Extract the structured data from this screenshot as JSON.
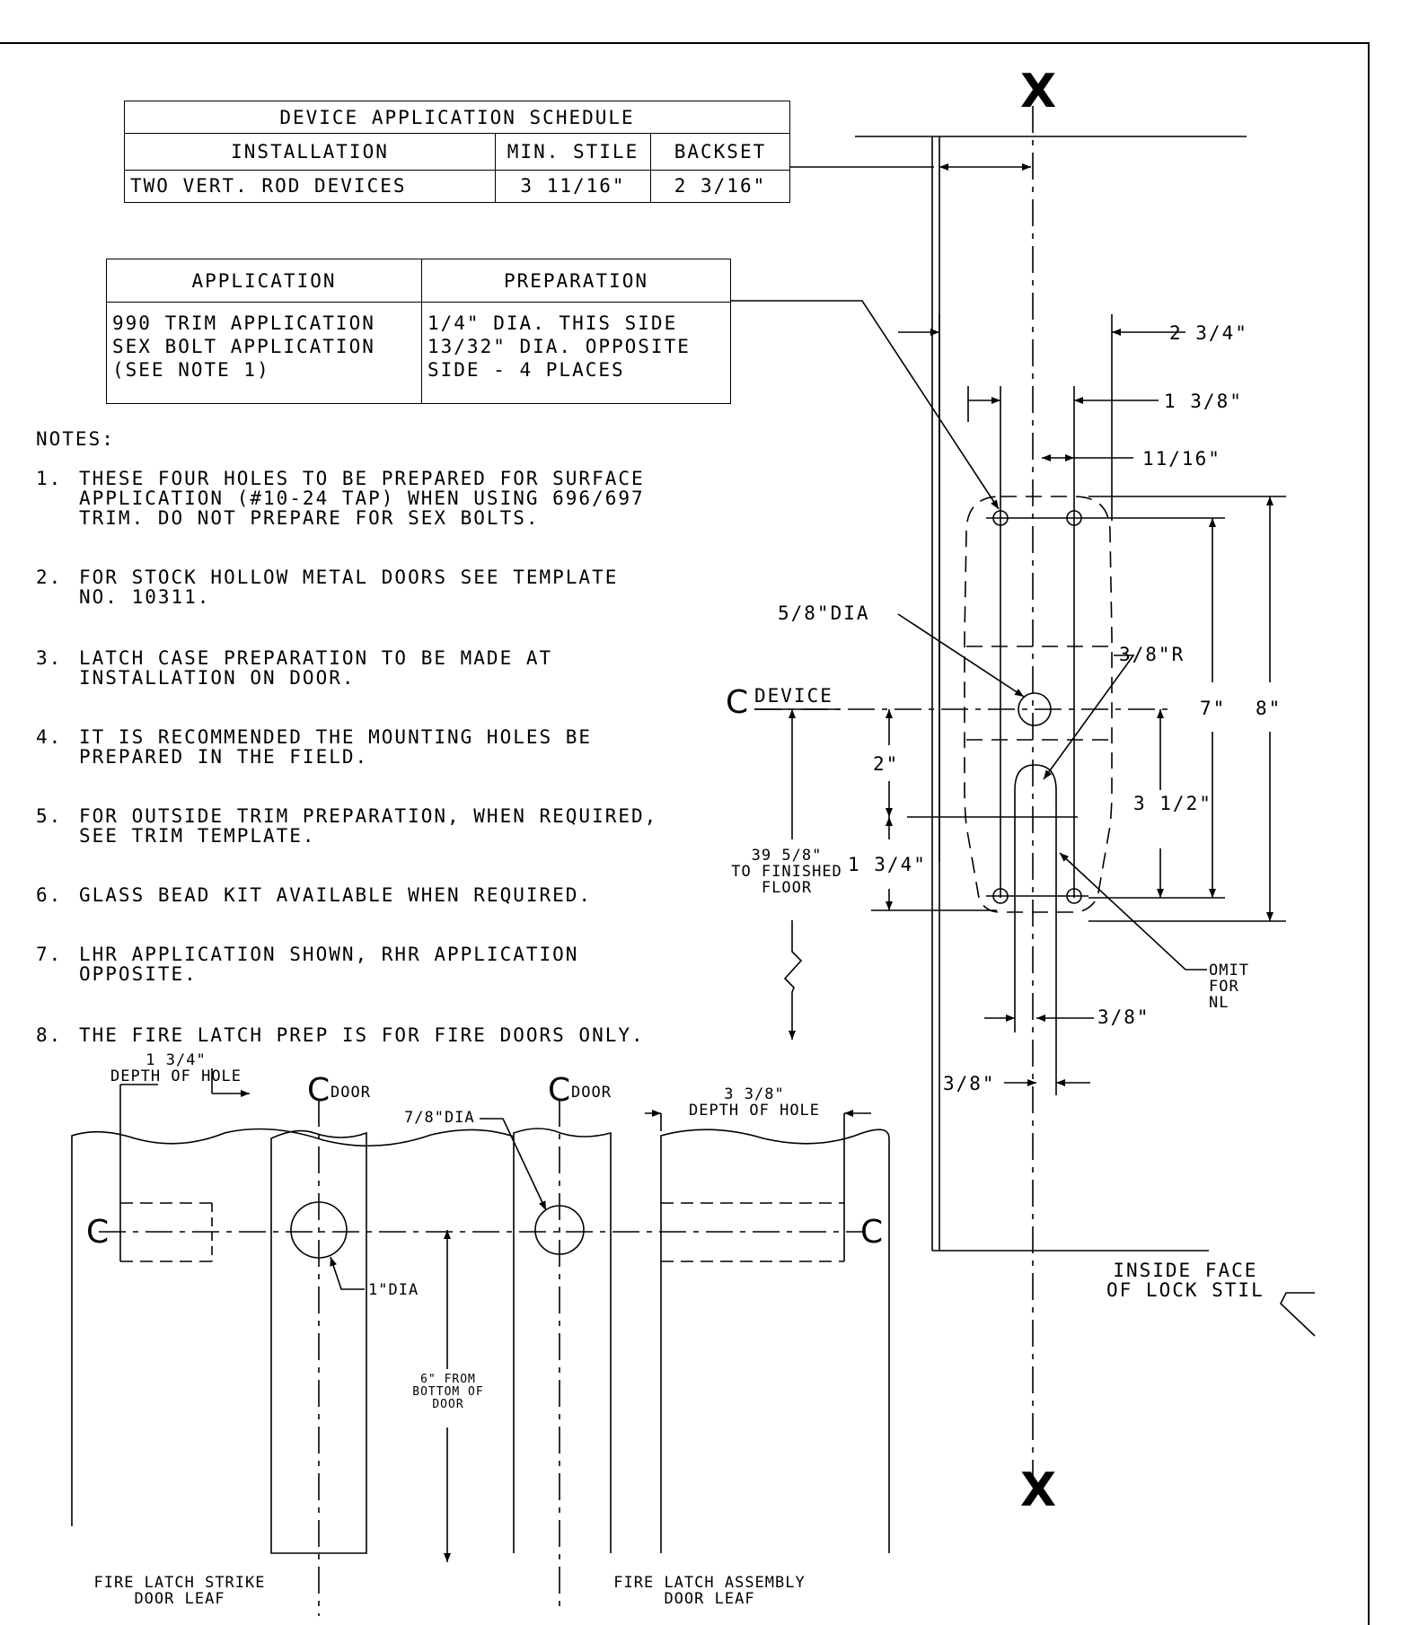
{
  "schedule": {
    "title": "DEVICE APPLICATION SCHEDULE",
    "headers": [
      "INSTALLATION",
      "MIN. STILE",
      "BACKSET"
    ],
    "row": [
      "TWO VERT. ROD DEVICES",
      "3 11/16\"",
      "2 3/16\""
    ]
  },
  "prep": {
    "headers": [
      "APPLICATION",
      "PREPARATION"
    ],
    "app_lines": [
      "990 TRIM APPLICATION",
      "SEX BOLT APPLICATION",
      "(SEE NOTE 1)"
    ],
    "prep_lines": [
      "1/4\" DIA. THIS SIDE",
      "13/32\" DIA. OPPOSITE",
      "SIDE - 4 PLACES"
    ]
  },
  "notes": {
    "heading": "NOTES:",
    "items": [
      {
        "num": "1.",
        "lines": [
          "THESE FOUR HOLES TO BE PREPARED FOR SURFACE",
          "APPLICATION (#10-24 TAP) WHEN USING 696/697",
          "TRIM. DO NOT PREPARE FOR SEX BOLTS."
        ]
      },
      {
        "num": "2.",
        "lines": [
          "FOR STOCK HOLLOW METAL DOORS SEE TEMPLATE",
          "NO. 10311."
        ]
      },
      {
        "num": "3.",
        "lines": [
          "LATCH CASE PREPARATION TO BE MADE AT",
          "INSTALLATION ON DOOR."
        ]
      },
      {
        "num": "4.",
        "lines": [
          "IT IS RECOMMENDED THE MOUNTING HOLES BE",
          "PREPARED IN THE FIELD."
        ]
      },
      {
        "num": "5.",
        "lines": [
          "FOR OUTSIDE TRIM PREPARATION, WHEN REQUIRED,",
          "SEE TRIM TEMPLATE."
        ]
      },
      {
        "num": "6.",
        "lines": [
          "GLASS BEAD KIT AVAILABLE WHEN REQUIRED."
        ]
      },
      {
        "num": "7.",
        "lines": [
          "LHR APPLICATION SHOWN, RHR APPLICATION",
          "OPPOSITE."
        ]
      },
      {
        "num": "8.",
        "lines": [
          "THE FIRE LATCH PREP IS FOR FIRE DOORS ONLY."
        ]
      }
    ]
  },
  "labels": {
    "x_mark": "X",
    "cl_symbol": "C",
    "device": "DEVICE",
    "dim_2_3_4": "2 3/4\"",
    "frac_1_3_8": "1 3/8\"",
    "frac_11_16": "11/16\"",
    "dia_5_8": "5/8\"DIA",
    "rad_3_8": "3/8\"R",
    "dim_7": "7\"",
    "dim_8": "8\"",
    "dim_2": "2\"",
    "dim_3_1_2": "3 1/2\"",
    "dim_1_3_4": "1 3/4\"",
    "floor_lines": [
      "39 5/8\"",
      "TO FINISHED",
      "FLOOR"
    ],
    "omit_lines": [
      "OMIT",
      "FOR",
      "NL"
    ],
    "frac_3_8_a": "3/8\"",
    "frac_3_8_b": "3/8\"",
    "inside_face_lines": [
      "INSIDE FACE",
      "OF LOCK STIL"
    ],
    "depth_left_top": "1 3/4\"",
    "depth_left_bottom": "DEPTH OF HOLE",
    "door_a": "DOOR",
    "door_b": "DOOR",
    "depth_right_top": "3 3/8\"",
    "depth_right_bottom": "DEPTH OF HOLE",
    "dia_7_8": "7/8\"DIA",
    "dia_1": "1\"DIA",
    "from_bottom_lines": [
      "6\" FROM",
      "BOTTOM OF",
      "DOOR"
    ],
    "strike_lines": [
      "FIRE LATCH STRIKE",
      "DOOR LEAF"
    ],
    "assembly_lines": [
      "FIRE LATCH ASSEMBLY",
      "DOOR LEAF"
    ]
  }
}
